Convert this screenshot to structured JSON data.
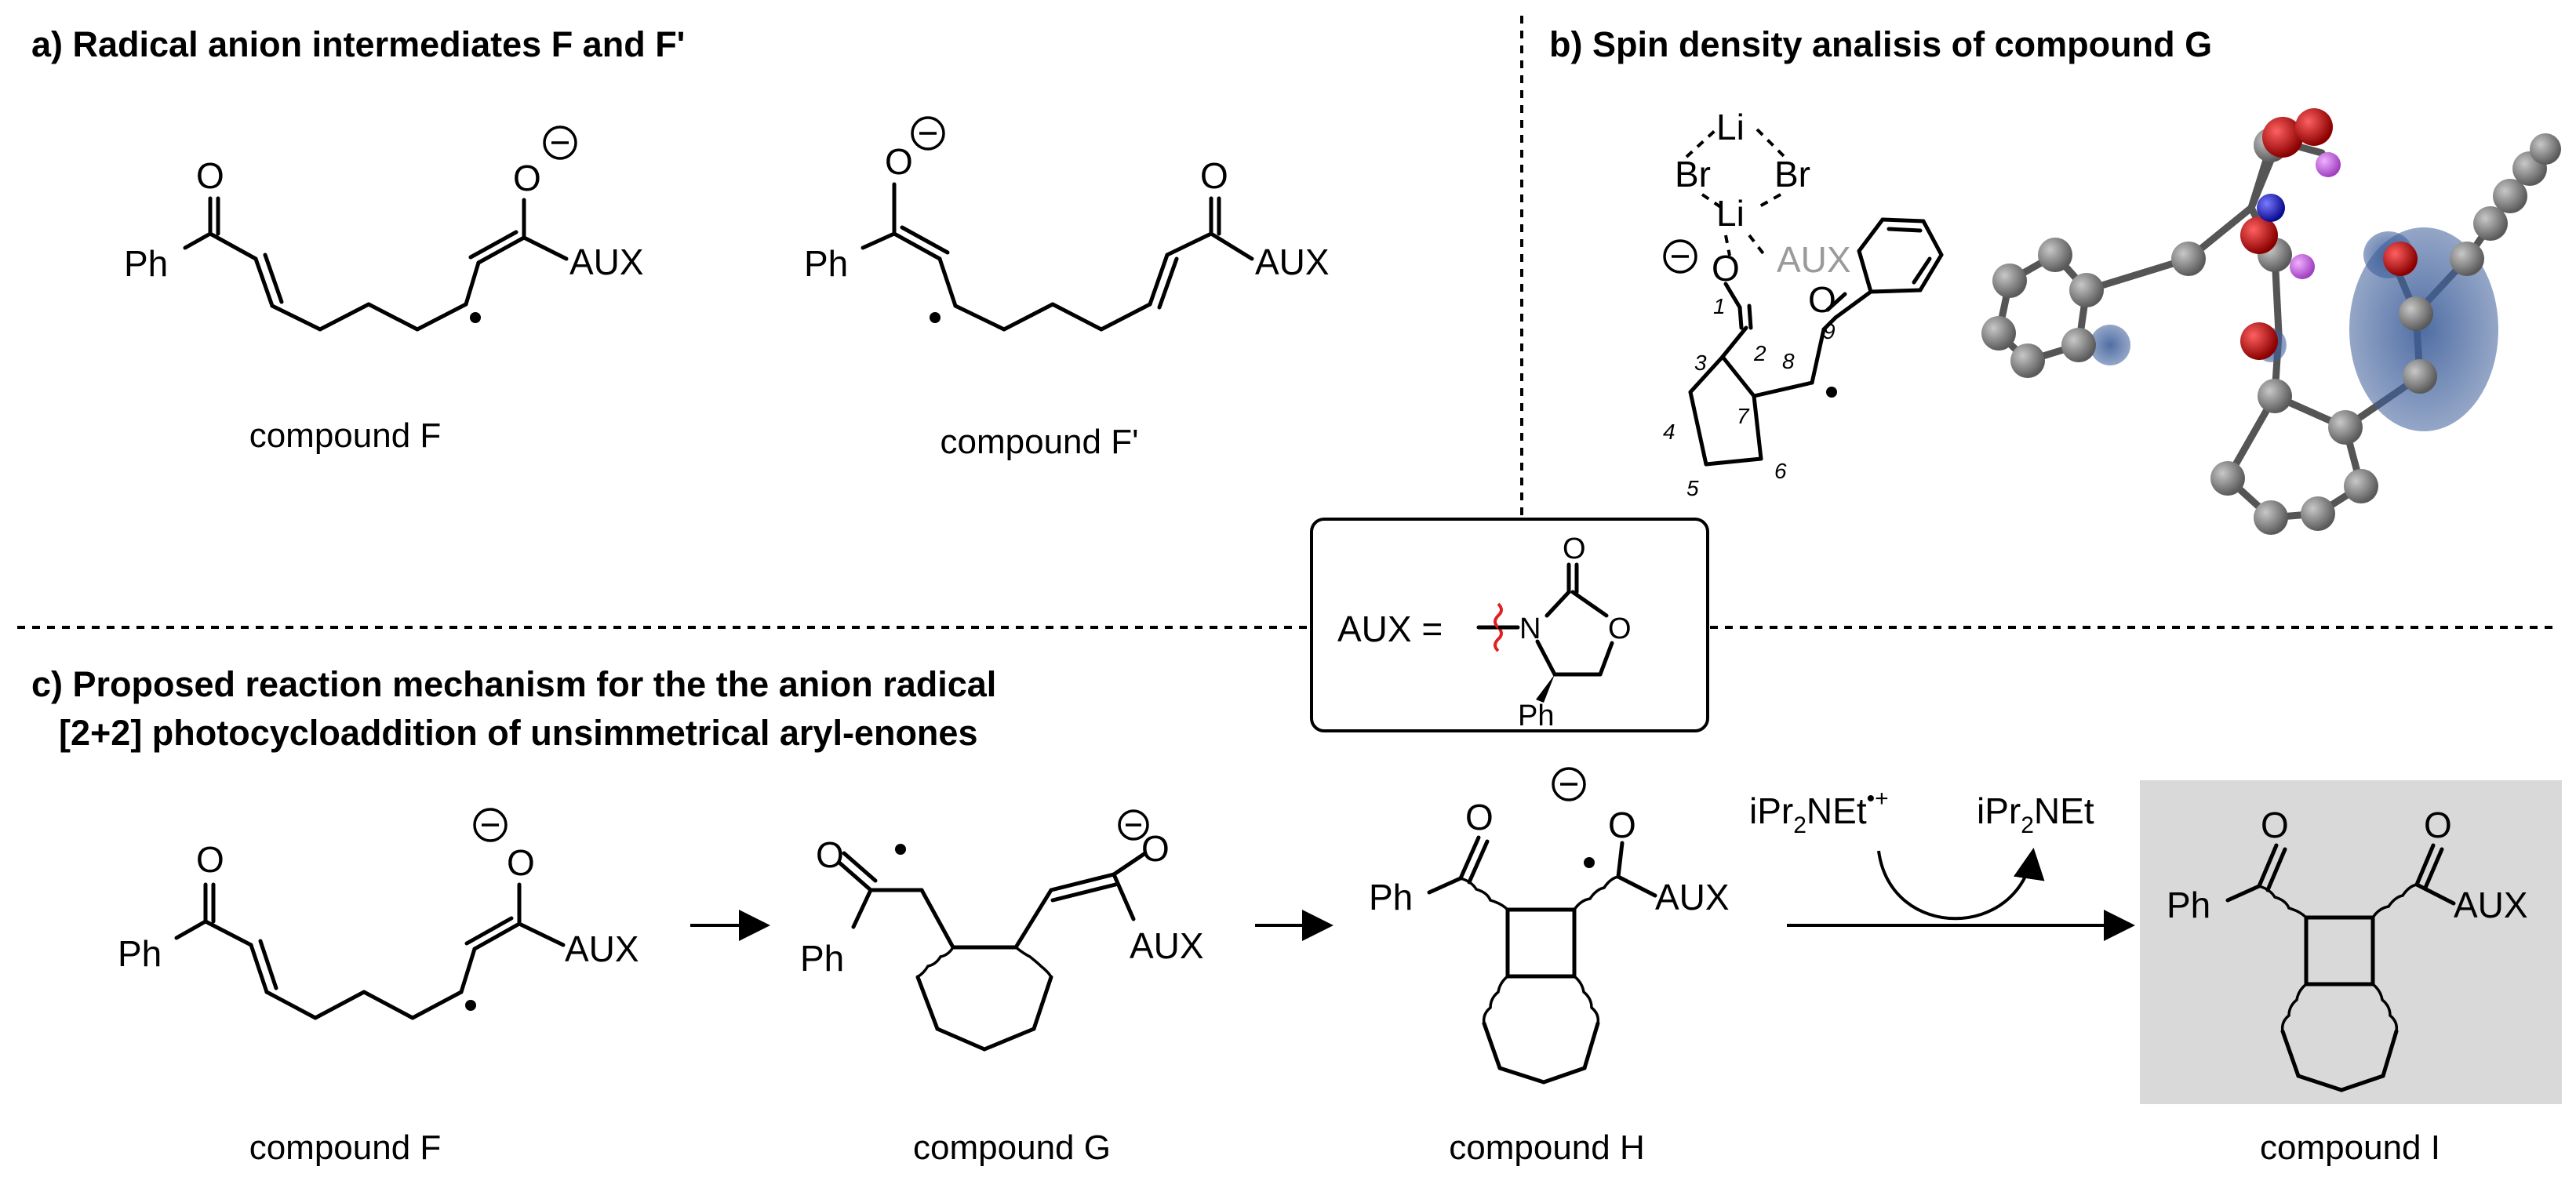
{
  "panels": {
    "a": {
      "title": "a) Radical anion intermediates F and F'"
    },
    "b": {
      "title": "b) Spin density analisis of compound G"
    },
    "c": {
      "title_line1": "c) Proposed reaction mechanism for the the anion radical",
      "title_line2": "[2+2] photocycloaddition of unsimmetrical aryl-enones"
    }
  },
  "captions": {
    "a_compound_F": "compound F",
    "a_compound_F_prime": "compound F'",
    "c_compound_F": "compound F",
    "c_compound_G": "compound G",
    "c_compound_H": "compound H",
    "c_compound_I": "compound I"
  },
  "labels": {
    "Ph": "Ph",
    "O": "O",
    "AUX": "AUX",
    "Li": "Li",
    "Br": "Br",
    "N": "N",
    "minus": "−",
    "reagent_before_main": "iPr",
    "reagent_before_sub": "2",
    "reagent_before_tail": "NEt",
    "reagent_before_sup": "•+",
    "reagent_after_main": "iPr",
    "reagent_after_sub": "2",
    "reagent_after_tail": "NEt"
  },
  "aux_box": {
    "label": "AUX =",
    "ph": "Ph",
    "n": "N",
    "o_ring": "O",
    "o_carbonyl": "O"
  },
  "atom_numbers": [
    "1",
    "2",
    "3",
    "4",
    "5",
    "6",
    "7",
    "8",
    "9"
  ],
  "colors": {
    "highlight_box": "#d9d9d9",
    "wavy_attachment": "#e02020",
    "spin_density": "#3d5e9a",
    "oxygen": "#cc1010",
    "nitrogen": "#1515cc",
    "fluorine_like": "#cc66ee",
    "carbon": "#7a7a7a"
  }
}
